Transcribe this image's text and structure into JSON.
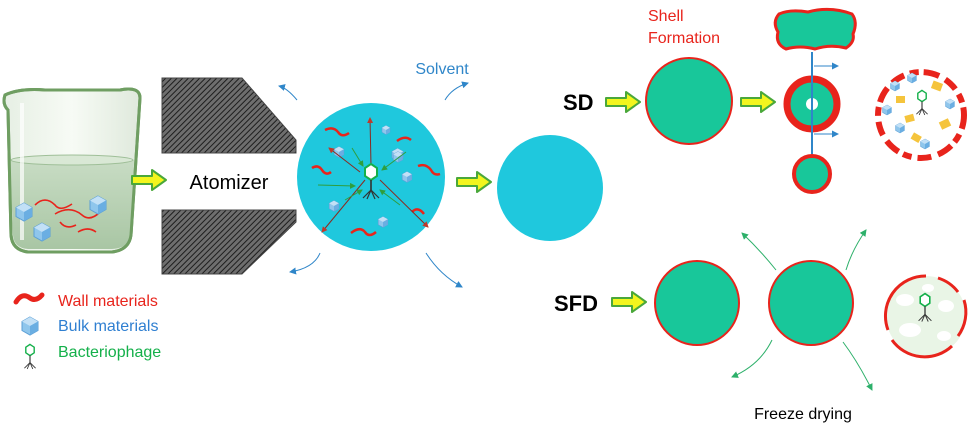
{
  "labels": {
    "atomizer": "Atomizer",
    "solvent": "Solvent",
    "shell_formation_line1": "Shell",
    "shell_formation_line2": "Formation",
    "sd": "SD",
    "sfd": "SFD",
    "freeze_drying": "Freeze drying"
  },
  "legend": [
    {
      "icon": "wall-material-icon",
      "label": "Wall materials",
      "color": "#e8241c"
    },
    {
      "icon": "bulk-material-icon",
      "label": "Bulk materials",
      "color": "#2f7fd1"
    },
    {
      "icon": "bacteriophage-icon",
      "label": "Bacteriophage",
      "color": "#14b04a"
    }
  ],
  "colors": {
    "wall": "#e8241c",
    "bulk": "#8fc6ec",
    "phage": "#14b04a",
    "droplet": "#1fc8dd",
    "particle": "#18c79a",
    "arrow_fill": "#f3f51e",
    "arrow_stroke": "#4aa83a",
    "solvent_arrow": "#2f86c9",
    "freeze_arrow": "#2db06a"
  }
}
